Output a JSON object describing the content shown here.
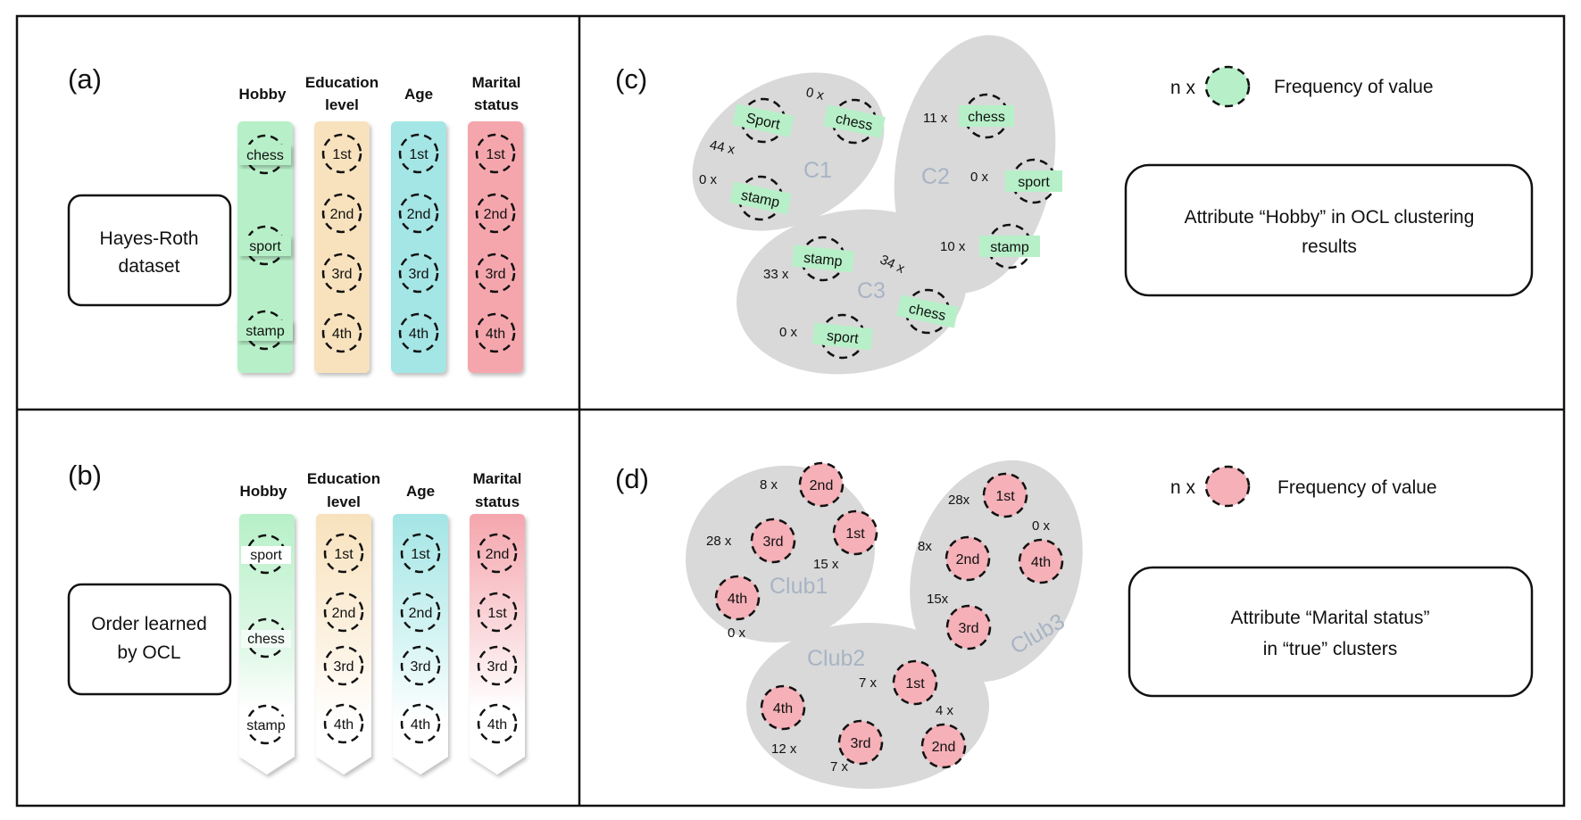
{
  "colors": {
    "hobby": "#b7f0c8",
    "education": "#f8e2bd",
    "age": "#a4e5e5",
    "marital": "#f5a6ad",
    "cluster": "#d9d9d9",
    "hobby_tag": "#b7f0c8",
    "marital_circle": "#f5b0b8"
  },
  "panel_a": {
    "caption": "(a)",
    "box_label": [
      "Hayes-Roth",
      "dataset"
    ],
    "columns": [
      {
        "header": [
          "Hobby"
        ],
        "values": [
          "chess",
          "sport",
          "stamp"
        ]
      },
      {
        "header": [
          "Education",
          "level"
        ],
        "values": [
          "1st",
          "2nd",
          "3rd",
          "4th"
        ]
      },
      {
        "header": [
          "Age"
        ],
        "values": [
          "1st",
          "2nd",
          "3rd",
          "4th"
        ]
      },
      {
        "header": [
          "Marital",
          "status"
        ],
        "values": [
          "1st",
          "2nd",
          "3rd",
          "4th"
        ]
      }
    ]
  },
  "panel_b": {
    "caption": "(b)",
    "box_label": [
      "Order learned",
      "by OCL"
    ],
    "columns": [
      {
        "header": [
          "Hobby"
        ],
        "values": [
          "sport",
          "chess",
          "stamp"
        ]
      },
      {
        "header": [
          "Education",
          "level"
        ],
        "values": [
          "1st",
          "2nd",
          "3rd",
          "4th"
        ]
      },
      {
        "header": [
          "Age"
        ],
        "values": [
          "1st",
          "2nd",
          "3rd",
          "4th"
        ]
      },
      {
        "header": [
          "Marital",
          "status"
        ],
        "values": [
          "2nd",
          "1st",
          "3rd",
          "4th"
        ]
      }
    ]
  },
  "panel_c": {
    "caption": "(c)",
    "legend_prefix": "n x",
    "legend_text": "Frequency of  value",
    "box_label": [
      "Attribute “Hobby”  in OCL clustering",
      "results"
    ],
    "clusters": [
      {
        "name": "C1",
        "items": [
          {
            "value": "Sport",
            "count": "44 x"
          },
          {
            "value": "chess",
            "count": "0 x"
          },
          {
            "value": "stamp",
            "count": "0 x"
          }
        ]
      },
      {
        "name": "C2",
        "items": [
          {
            "value": "chess",
            "count": "11 x"
          },
          {
            "value": "sport",
            "count": "0 x"
          },
          {
            "value": "stamp",
            "count": "10 x"
          }
        ]
      },
      {
        "name": "C3",
        "items": [
          {
            "value": "stamp",
            "count": "33 x"
          },
          {
            "value": "chess",
            "count": "34 x"
          },
          {
            "value": "sport",
            "count": "0 x"
          }
        ]
      }
    ]
  },
  "panel_d": {
    "caption": "(d)",
    "legend_prefix": "n x",
    "legend_text": "Frequency of value",
    "box_label": [
      "Attribute “Marital status”",
      "in “true”  clusters"
    ],
    "clusters": [
      {
        "name": "Club1",
        "items": [
          {
            "value": "2nd",
            "count": "8 x"
          },
          {
            "value": "3rd",
            "count": "28 x"
          },
          {
            "value": "1st",
            "count": "15 x"
          },
          {
            "value": "4th",
            "count": "0 x"
          }
        ]
      },
      {
        "name": "Club3",
        "items": [
          {
            "value": "1st",
            "count": "28x"
          },
          {
            "value": "2nd",
            "count": "8x"
          },
          {
            "value": "4th",
            "count": "0 x"
          },
          {
            "value": "3rd",
            "count": "15x"
          }
        ]
      },
      {
        "name": "Club2",
        "items": [
          {
            "value": "1st",
            "count": "7 x"
          },
          {
            "value": "4th",
            "count": "12 x"
          },
          {
            "value": "3rd",
            "count": "7 x"
          },
          {
            "value": "2nd",
            "count": "4 x"
          }
        ]
      }
    ]
  }
}
